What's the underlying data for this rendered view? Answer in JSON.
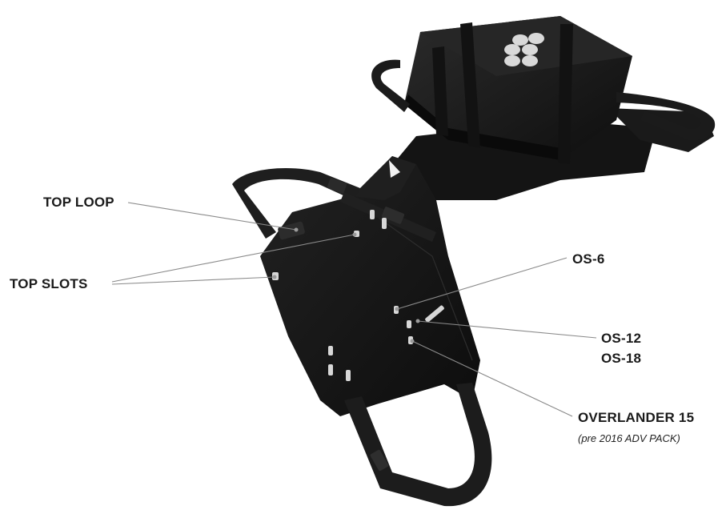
{
  "labels": {
    "top_loop": "TOP LOOP",
    "top_slots": "TOP SLOTS",
    "os6": "OS-6",
    "os12": "OS-12",
    "os18": "OS-18",
    "overlander": "OVERLANDER 15",
    "overlander_note": "(pre 2016 ADV PACK)"
  },
  "colors": {
    "background": "#ffffff",
    "fabric": "#171717",
    "fabric_dark": "#0c0c0c",
    "strap": "#1d1d1d",
    "leader_line": "#8a8a8a",
    "reflector": "#e6e6e6"
  }
}
